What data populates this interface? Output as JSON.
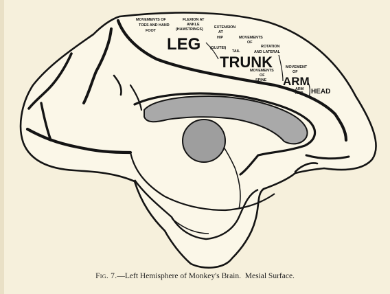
{
  "colors": {
    "paper": "#f6f0dc",
    "ink": "#141414",
    "shading": "#a9a9a9",
    "caption": "#222222"
  },
  "labels": {
    "movements_of_toes_and_foot": [
      "MOVEMENTS OF",
      "TOES AND HAND",
      "FOOT"
    ],
    "flexion_extension": [
      "FLEXION AT",
      "ANKLE",
      "(HAMSTRINGS)",
      "EXTENSION",
      "AT",
      "HIP",
      "(GLUTEI)"
    ],
    "leg": "LEG",
    "movements_of_tail": [
      "MOVEMENTS",
      "OF",
      "TAIL"
    ],
    "trunk": "TRUNK",
    "rotation_arching": [
      "ROTATION",
      "AND LATERAL",
      "MOVEMENTS",
      "OF",
      "SPINE"
    ],
    "movement_of_arm": [
      "MOVEMENT",
      "OF"
    ],
    "arm": "ARM",
    "arm_and_head": [
      "ARM",
      "AND"
    ],
    "head": "HEAD"
  },
  "caption": {
    "figure": "Fig. 7.",
    "title": "—Left Hemisphere of Monkey's Brain.",
    "surface": "Mesial Surface."
  }
}
